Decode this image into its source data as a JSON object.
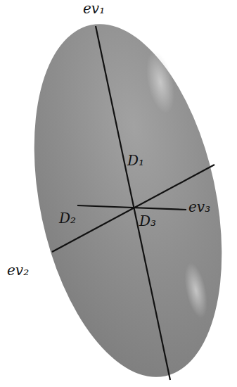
{
  "diagram": {
    "labels": [
      "ev₁",
      "D₁",
      "D₂",
      "ev₃",
      "D₃",
      "ev₂"
    ]
  }
}
